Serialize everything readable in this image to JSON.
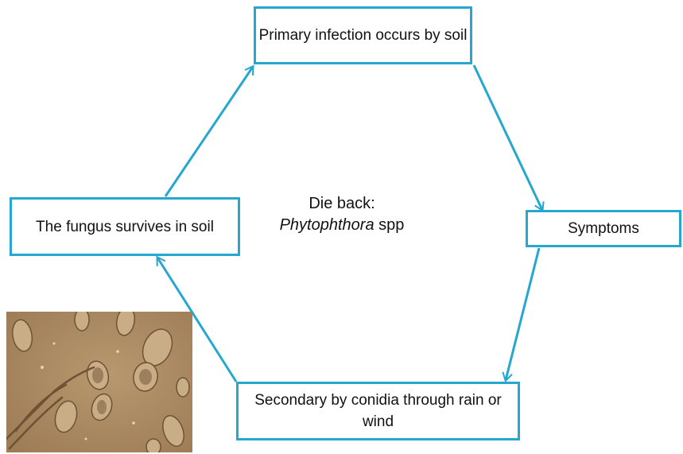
{
  "diagram": {
    "center_title": {
      "line1": "Die back:",
      "genus": "Phytophthora",
      "suffix": " spp"
    },
    "nodes": [
      {
        "id": "primary",
        "label": "Primary infection occurs by soil"
      },
      {
        "id": "symptoms",
        "label": "Symptoms"
      },
      {
        "id": "secondary",
        "label": "Secondary by conidia through rain or wind"
      },
      {
        "id": "survives",
        "label": "The fungus survives in soil"
      }
    ],
    "flow": [
      "primary",
      "symptoms",
      "secondary",
      "survives",
      "primary"
    ]
  },
  "colors": {
    "box_border": "#25a7cf",
    "arrow": "#25a7cf",
    "text": "#111111",
    "micrograph_background": "#a88862"
  },
  "image": {
    "subject": "micrograph of spores and hyphae"
  }
}
